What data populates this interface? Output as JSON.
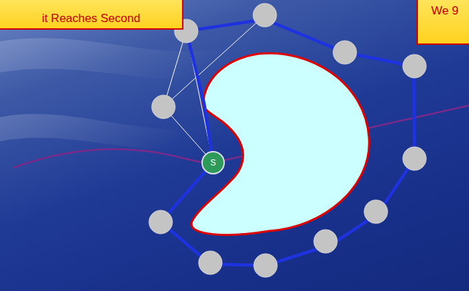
{
  "diagram": {
    "nodes": [
      {
        "text": [
          "it Reaches Second"
        ]
      },
      {
        "text": [
          "We 9"
        ]
      },
      {
        "text": [
          "S"
        ]
      }
    ]
  }
}
